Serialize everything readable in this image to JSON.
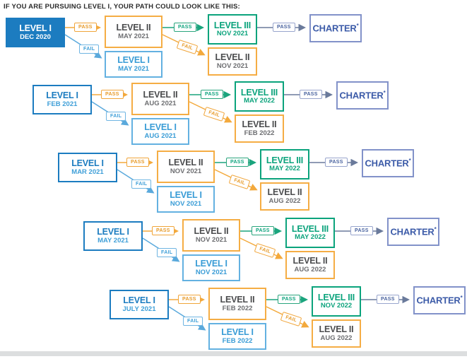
{
  "title": "IF YOU ARE PURSUING LEVEL I, YOUR PATH COULD LOOK LIKE THIS:",
  "colors": {
    "cfa_blue": "#1c7cc0",
    "light_blue": "#63b1e1",
    "orange": "#f5ad44",
    "green": "#0ba37c",
    "charter_border": "#8292c9",
    "charter_text": "#3c5ba8",
    "connector_slate": "#6a7a9b"
  },
  "rows": [
    {
      "start": {
        "label": "LEVEL I",
        "date": "DEC 2020",
        "highlighted": true
      },
      "pass_to_l2": "PASS",
      "fail_retake_l1": "FAIL",
      "level2": {
        "label": "LEVEL II",
        "date": "MAY 2021"
      },
      "level1_retake": {
        "label": "LEVEL I",
        "date": "MAY 2021"
      },
      "pass_to_l3": "PASS",
      "fail_retake_l2": "FAIL",
      "level3": {
        "label": "LEVEL III",
        "date": "NOV 2021"
      },
      "level2_retake": {
        "label": "LEVEL II",
        "date": "NOV 2021"
      },
      "pass_to_charter": "PASS",
      "charter": {
        "label": "CHARTER",
        "superscript": "*"
      }
    },
    {
      "start": {
        "label": "LEVEL I",
        "date": "FEB 2021",
        "highlighted": false
      },
      "pass_to_l2": "PASS",
      "fail_retake_l1": "FAIL",
      "level2": {
        "label": "LEVEL II",
        "date": "AUG 2021"
      },
      "level1_retake": {
        "label": "LEVEL I",
        "date": "AUG 2021"
      },
      "pass_to_l3": "PASS",
      "fail_retake_l2": "FAIL",
      "level3": {
        "label": "LEVEL III",
        "date": "MAY 2022"
      },
      "level2_retake": {
        "label": "LEVEL II",
        "date": "FEB 2022"
      },
      "pass_to_charter": "PASS",
      "charter": {
        "label": "CHARTER",
        "superscript": "*"
      }
    },
    {
      "start": {
        "label": "LEVEL I",
        "date": "MAR 2021",
        "highlighted": false
      },
      "pass_to_l2": "PASS",
      "fail_retake_l1": "FAIL",
      "level2": {
        "label": "LEVEL II",
        "date": "NOV 2021"
      },
      "level1_retake": {
        "label": "LEVEL I",
        "date": "NOV 2021"
      },
      "pass_to_l3": "PASS",
      "fail_retake_l2": "FAIL",
      "level3": {
        "label": "LEVEL III",
        "date": "MAY 2022"
      },
      "level2_retake": {
        "label": "LEVEL II",
        "date": "AUG 2022"
      },
      "pass_to_charter": "PASS",
      "charter": {
        "label": "CHARTER",
        "superscript": "*"
      }
    },
    {
      "start": {
        "label": "LEVEL I",
        "date": "MAY 2021",
        "highlighted": false
      },
      "pass_to_l2": "PASS",
      "fail_retake_l1": "FAIL",
      "level2": {
        "label": "LEVEL II",
        "date": "NOV 2021"
      },
      "level1_retake": {
        "label": "LEVEL I",
        "date": "NOV 2021"
      },
      "pass_to_l3": "PASS",
      "fail_retake_l2": "FAIL",
      "level3": {
        "label": "LEVEL III",
        "date": "MAY 2022"
      },
      "level2_retake": {
        "label": "LEVEL II",
        "date": "AUG 2022"
      },
      "pass_to_charter": "PASS",
      "charter": {
        "label": "CHARTER",
        "superscript": "*"
      }
    },
    {
      "start": {
        "label": "LEVEL I",
        "date": "JULY 2021",
        "highlighted": false
      },
      "pass_to_l2": "PASS",
      "fail_retake_l1": "FAIL",
      "level2": {
        "label": "LEVEL II",
        "date": "FEB 2022"
      },
      "level1_retake": {
        "label": "LEVEL I",
        "date": "FEB 2022"
      },
      "pass_to_l3": "PASS",
      "fail_retake_l2": "FAIL",
      "level3": {
        "label": "LEVEL III",
        "date": "NOV 2022"
      },
      "level2_retake": {
        "label": "LEVEL II",
        "date": "AUG 2022"
      },
      "pass_to_charter": "PASS",
      "charter": {
        "label": "CHARTER",
        "superscript": "*"
      }
    }
  ]
}
